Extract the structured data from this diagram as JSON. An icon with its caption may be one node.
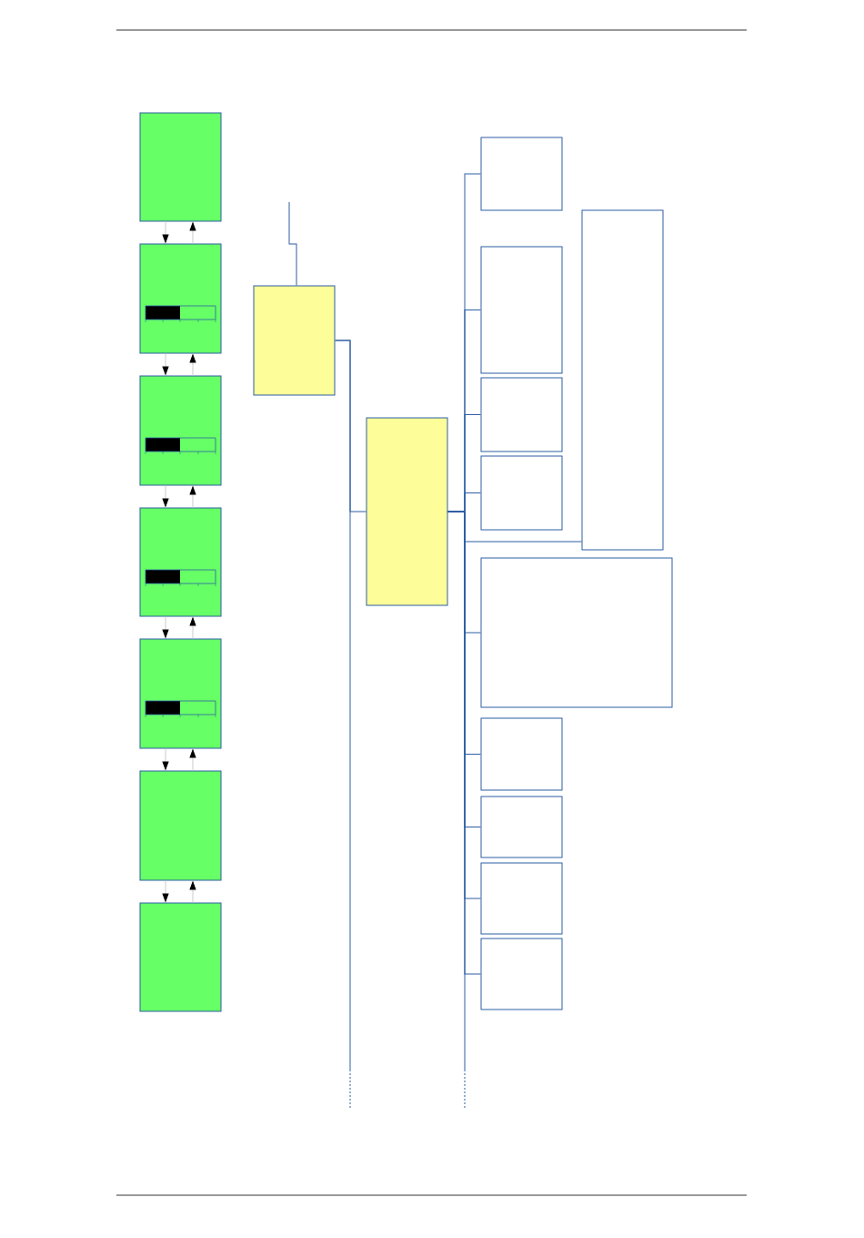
{
  "diagram": {
    "nodes": [
      {
        "text": [],
        "shape": "box"
      },
      {
        "text": [],
        "shape": "box"
      },
      {
        "text": [],
        "shape": "box"
      },
      {
        "text": [],
        "shape": "box"
      },
      {
        "text": [],
        "shape": "box"
      },
      {
        "text": [],
        "shape": "box"
      },
      {
        "text": [],
        "shape": "box"
      },
      {
        "text": [],
        "shape": "box"
      },
      {
        "text": [],
        "shape": "box"
      },
      {
        "text": [],
        "shape": "box"
      },
      {
        "text": [],
        "shape": "box"
      },
      {
        "text": [],
        "shape": "box"
      },
      {
        "text": [],
        "shape": "box"
      },
      {
        "text": [],
        "shape": "box"
      },
      {
        "text": [],
        "shape": "box"
      },
      {
        "text": [],
        "shape": "box"
      },
      {
        "text": [],
        "shape": "box"
      },
      {
        "text": [],
        "shape": "box"
      },
      {
        "text": [],
        "shape": "box"
      }
    ],
    "edges": [
      {
        "from": 0,
        "to": 1,
        "arrow": "to",
        "color": "#cccccc"
      },
      {
        "from": 1,
        "to": 0,
        "arrow": "to",
        "color": "#cccccc"
      },
      {
        "from": 1,
        "to": 2,
        "arrow": "to",
        "color": "#cccccc"
      },
      {
        "from": 2,
        "to": 1,
        "arrow": "to",
        "color": "#cccccc"
      },
      {
        "from": 2,
        "to": 3,
        "arrow": "to",
        "color": "#cccccc"
      },
      {
        "from": 3,
        "to": 2,
        "arrow": "to",
        "color": "#cccccc"
      },
      {
        "from": 3,
        "to": 4,
        "arrow": "to",
        "color": "#cccccc"
      },
      {
        "from": 4,
        "to": 3,
        "arrow": "to",
        "color": "#cccccc"
      },
      {
        "from": 4,
        "to": 5,
        "arrow": "to",
        "color": "#cccccc"
      },
      {
        "from": 5,
        "to": 4,
        "arrow": "to",
        "color": "#cccccc"
      },
      {
        "from": 5,
        "to": 6,
        "arrow": "to",
        "color": "#cccccc"
      },
      {
        "from": 6,
        "to": 5,
        "arrow": "to",
        "color": "#cccccc"
      },
      {
        "from": null,
        "to": 7,
        "arrow": "none"
      },
      {
        "from": 7,
        "to": 8,
        "arrow": "none"
      },
      {
        "from": 7,
        "to": null,
        "arrow": "none"
      },
      {
        "from": 8,
        "to": 9,
        "arrow": "none"
      },
      {
        "from": 8,
        "to": 10,
        "arrow": "none"
      },
      {
        "from": 8,
        "to": 11,
        "arrow": "none"
      },
      {
        "from": 8,
        "to": 12,
        "arrow": "none"
      },
      {
        "from": 8,
        "to": 13,
        "arrow": "none"
      },
      {
        "from": 8,
        "to": 14,
        "arrow": "none"
      },
      {
        "from": 8,
        "to": 15,
        "arrow": "none"
      },
      {
        "from": 8,
        "to": 16,
        "arrow": "none"
      },
      {
        "from": 8,
        "to": 17,
        "arrow": "none"
      },
      {
        "from": 8,
        "to": 18,
        "arrow": "none"
      },
      {
        "from": 8,
        "to": null,
        "arrow": "none"
      }
    ]
  }
}
